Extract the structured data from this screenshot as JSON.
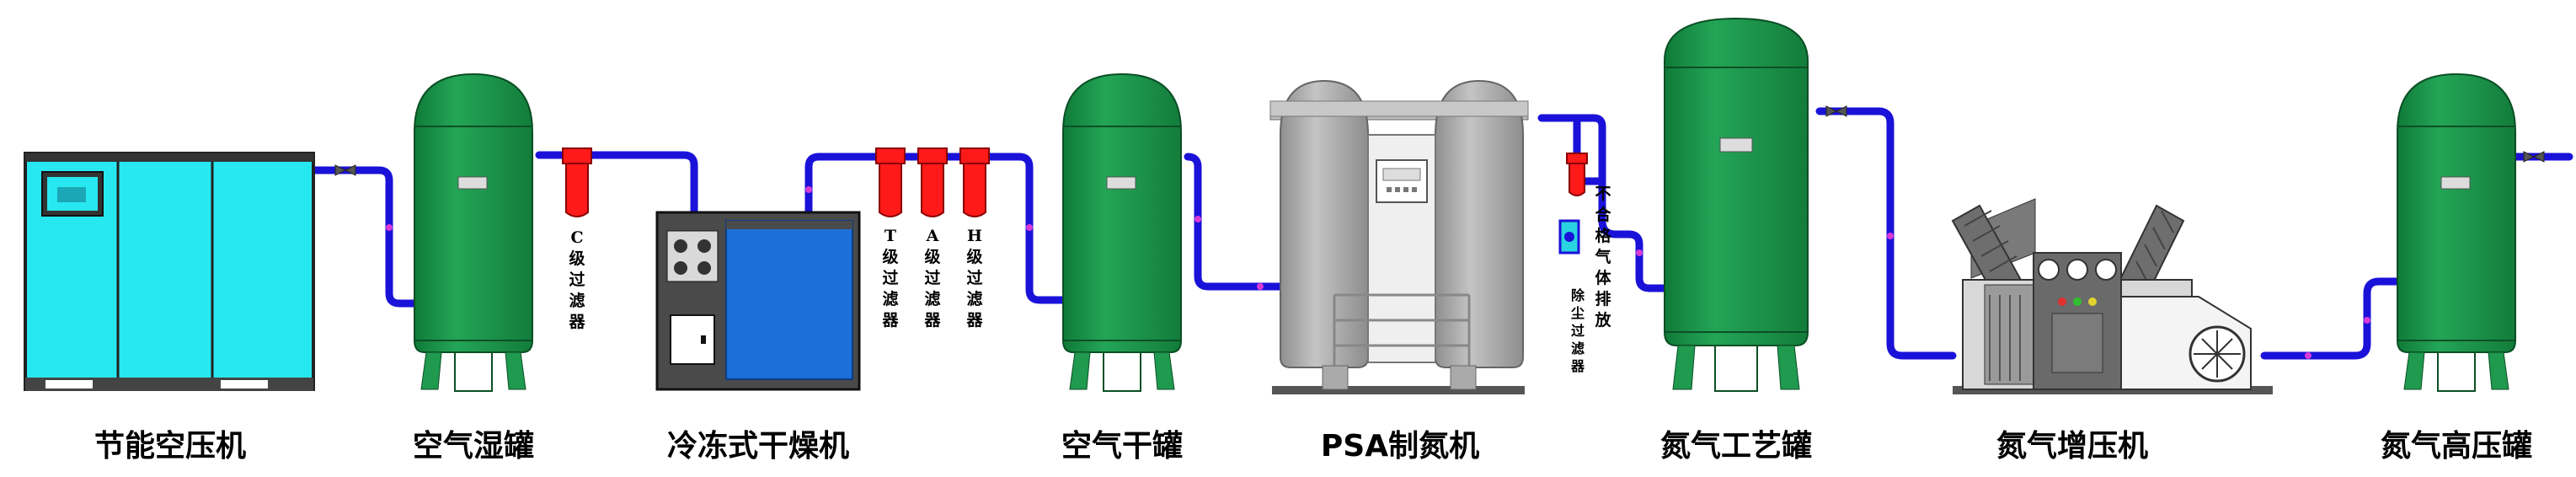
{
  "equipment": [
    {
      "id": "compressor",
      "label": "节能空压机"
    },
    {
      "id": "wet_tank",
      "label": "空气湿罐"
    },
    {
      "id": "dryer",
      "label": "冷冻式干燥机"
    },
    {
      "id": "dry_tank",
      "label": "空气干罐"
    },
    {
      "id": "psa",
      "label": "PSA制氮机"
    },
    {
      "id": "process_tank",
      "label": "氮气工艺罐"
    },
    {
      "id": "booster",
      "label": "氮气增压机"
    },
    {
      "id": "hp_tank",
      "label": "氮气高压罐"
    }
  ],
  "filters": {
    "c": "C级过滤器",
    "t": "T级过滤器",
    "a": "A级过滤器",
    "h": "H级过滤器",
    "dust": "除尘过滤器"
  },
  "vent_label": "不合格气体排放",
  "colors": {
    "tank": "#1f9a4e",
    "pipe": "#1a12d8",
    "compressor": "#27e8f0",
    "dryer_panel": "#1d6fd8",
    "filter": "#ff1a1a",
    "psa_column": "#a8a8a8"
  }
}
